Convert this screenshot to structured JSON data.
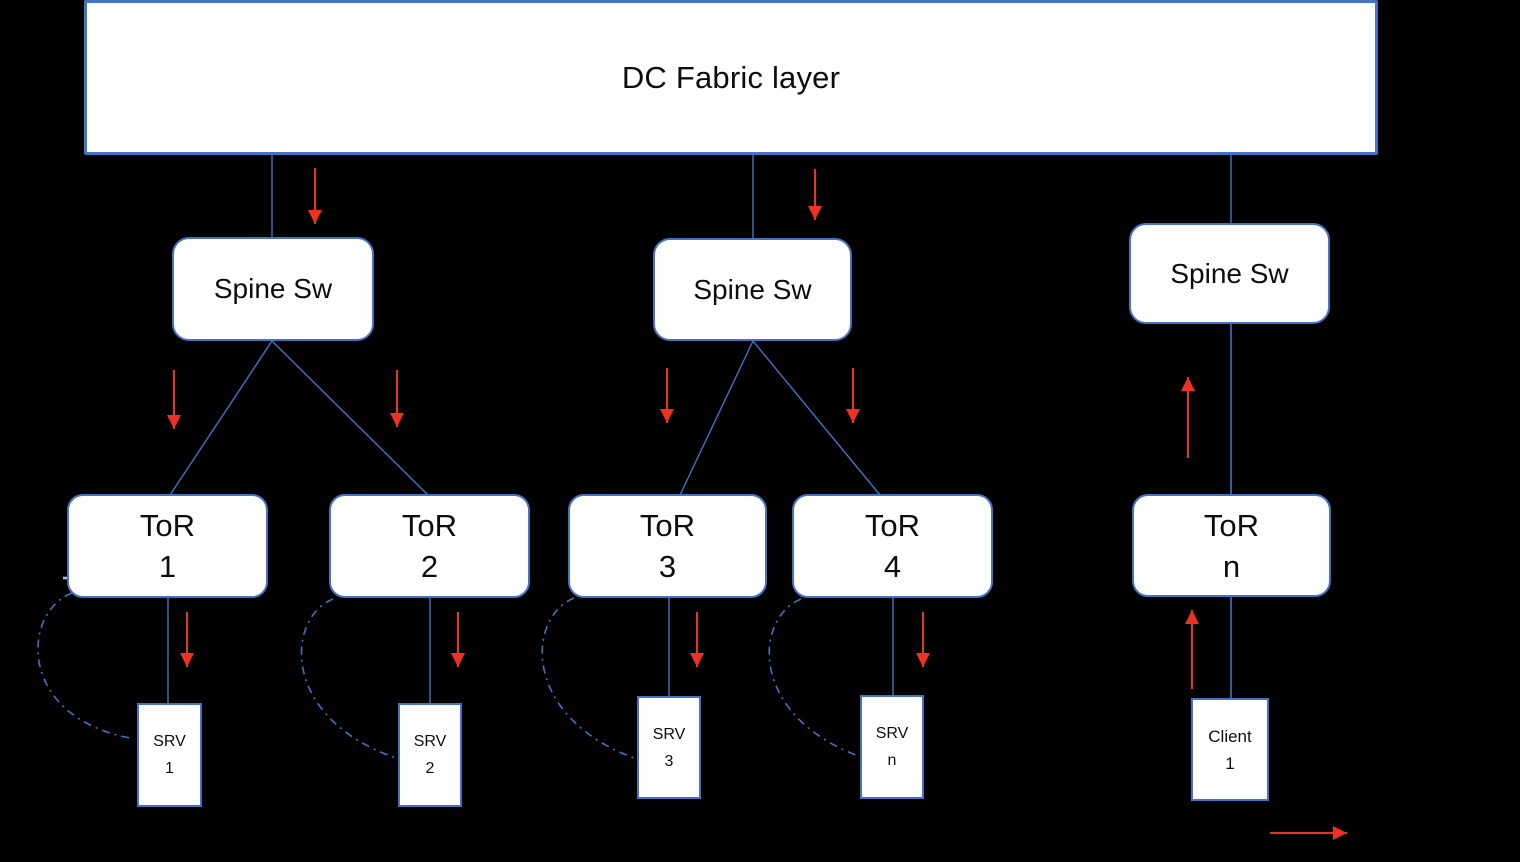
{
  "diagram": {
    "title": "DC Fabric layer",
    "background": "#000000",
    "colors": {
      "box_fill": "#FFFFFF",
      "box_border": "#4472C4",
      "connector_line": "#4472C4",
      "loopback_dash": "#4472C4",
      "flow_arrow": "#EE3123",
      "text": "#0D0D0D"
    },
    "fabric": {
      "label": "DC Fabric layer"
    },
    "spines": [
      {
        "label": "Spine Sw"
      },
      {
        "label": "Spine Sw"
      },
      {
        "label": "Spine Sw"
      }
    ],
    "tors": [
      {
        "line1": "ToR",
        "line2": "1"
      },
      {
        "line1": "ToR",
        "line2": "2"
      },
      {
        "line1": "ToR",
        "line2": "3"
      },
      {
        "line1": "ToR",
        "line2": "4"
      },
      {
        "line1": "ToR",
        "line2": "n"
      }
    ],
    "leaves": [
      {
        "line1": "SRV",
        "line2": "1"
      },
      {
        "line1": "SRV",
        "line2": "2"
      },
      {
        "line1": "SRV",
        "line2": "3"
      },
      {
        "line1": "SRV",
        "line2": "n"
      },
      {
        "line1": "Client",
        "line2": "1"
      }
    ]
  }
}
